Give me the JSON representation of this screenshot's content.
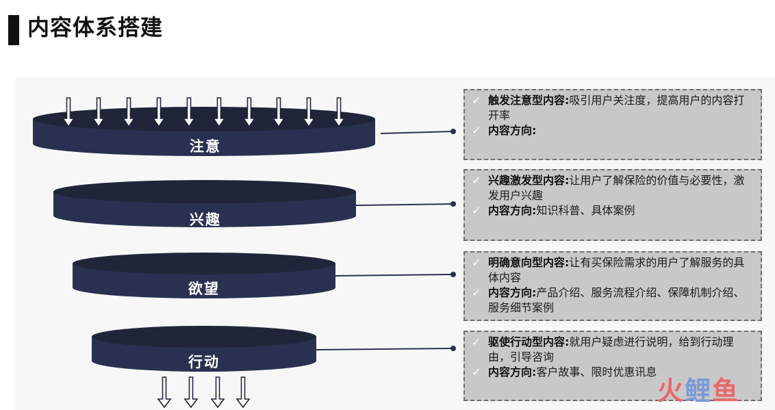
{
  "page": {
    "title": "内容体系搭建"
  },
  "stages": [
    {
      "name": "注意",
      "box": {
        "line1_label": "触发注意型内容:",
        "line1_text": "吸引用户关注度，提高用户的内容打开率",
        "line2_label": "内容方向:",
        "line2_text": ""
      }
    },
    {
      "name": "兴趣",
      "box": {
        "line1_label": "兴趣激发型内容:",
        "line1_text": "让用户了解保险的价值与必要性，激发用户兴趣",
        "line2_label": "内容方向:",
        "line2_text": "知识科普、具体案例"
      }
    },
    {
      "name": "欲望",
      "box": {
        "line1_label": "明确意向型内容:",
        "line1_text": "让有买保险需求的用户了解服务的具体内容",
        "line2_label": "内容方向:",
        "line2_text": "产品介绍、服务流程介绍、保障机制介绍、服务细节案例"
      }
    },
    {
      "name": "行动",
      "box": {
        "line1_label": "驱使行动型内容:",
        "line1_text": "就用户疑虑进行说明，给到行动理由，引导咨询",
        "line2_label": "内容方向:",
        "line2_text": "客户故事、限时优惠讯息"
      }
    }
  ],
  "watermark": {
    "part1": "火",
    "part2": "鲤",
    "part3": "鱼"
  },
  "colors": {
    "disk_top": "#20253a",
    "disk_side": "#2a3150",
    "box_bg": "#c8c8c8",
    "box_border": "#6e6e6e"
  },
  "icons": {
    "check": "✓",
    "arrow": "down-arrow-icon"
  }
}
